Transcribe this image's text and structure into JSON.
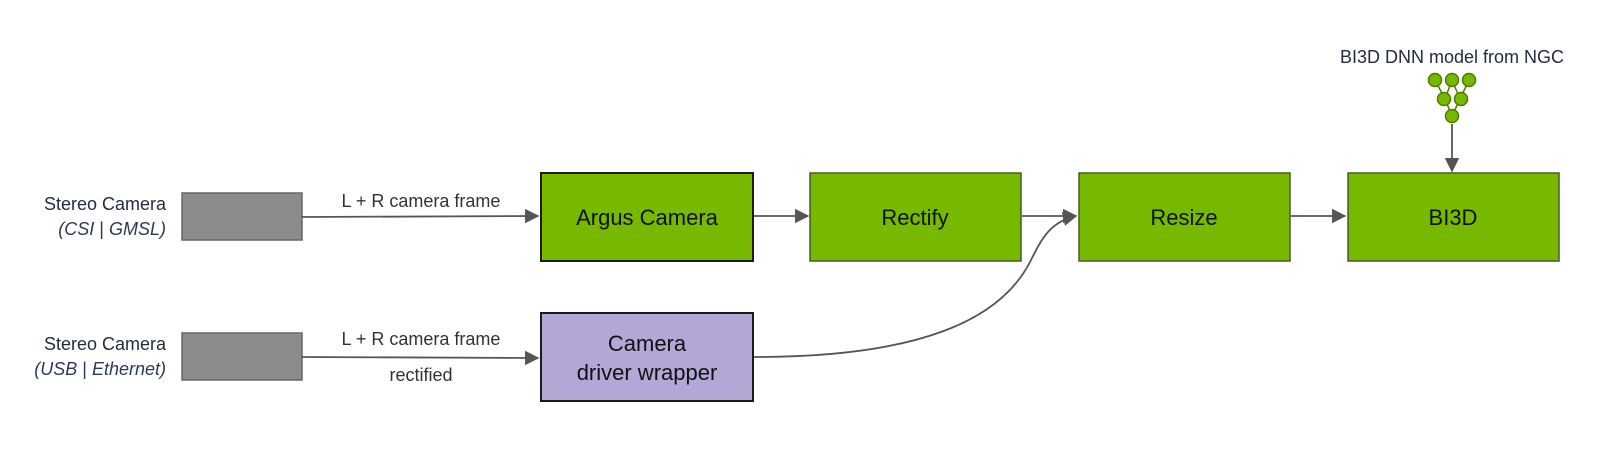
{
  "colors": {
    "green": "#76b900",
    "purple": "#b3a7d6",
    "gray_block": "#8c8c8c",
    "edge": "#555555",
    "node_border": "#1a1a1a",
    "text_dark": "#222d3d"
  },
  "sources": {
    "csi": {
      "title": "Stereo Camera",
      "subtitle_a": "CSI",
      "subtitle_sep": " | ",
      "subtitle_b": "GMSL"
    },
    "usb": {
      "title": "Stereo Camera",
      "subtitle_a": "USB",
      "subtitle_sep": " | ",
      "subtitle_b": "Ethernet"
    }
  },
  "edges": {
    "csi_label": "L + R camera frame",
    "usb_label": "L + R camera frame",
    "usb_sublabel": "rectified"
  },
  "nodes": {
    "argus": "Argus Camera",
    "rectify": "Rectify",
    "resize": "Resize",
    "bi3d": "BI3D",
    "wrapper_line1": "Camera",
    "wrapper_line2": "driver wrapper"
  },
  "model": {
    "label": "BI3D DNN model from NGC",
    "icon": "neural-network-icon"
  }
}
